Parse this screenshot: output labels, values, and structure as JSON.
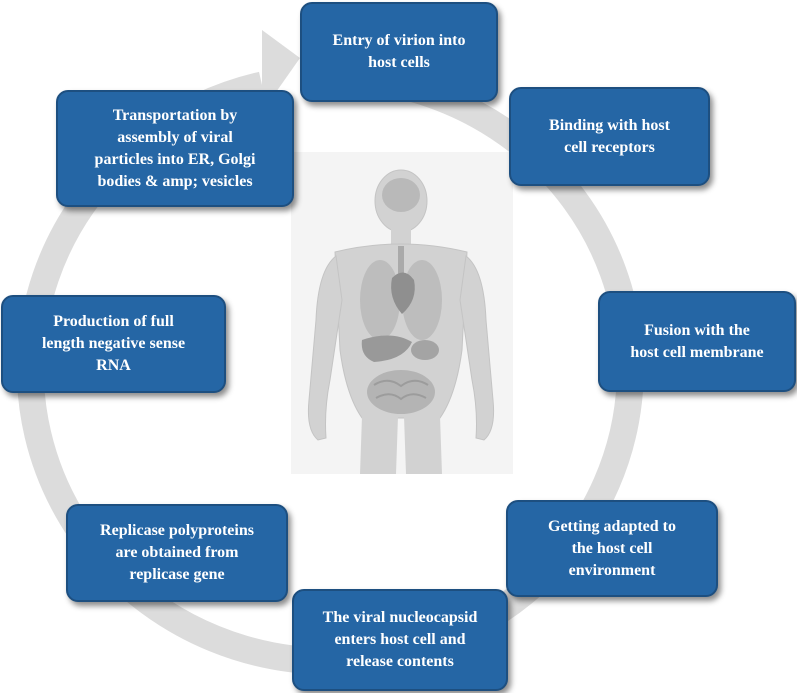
{
  "steps": {
    "entry": "Entry of virion into\nhost cells",
    "binding": "Binding with host\ncell receptors",
    "fusion": "Fusion with the\nhost cell membrane",
    "adapted": "Getting adapted to\nthe host cell\nenvironment",
    "nucleocapsid": "The viral nucleocapsid\nenters host cell and\nrelease contents",
    "replicase": "Replicase polyproteins\nare obtained from\nreplicase gene",
    "production": "Production of full\nlength negative sense\nRNA",
    "transportation": "Transportation by\nassembly of viral\nparticles into ER, Golgi\nbodies & amp; vesicles"
  },
  "colors": {
    "box_fill": "#2566a5",
    "box_border": "#1d4f80",
    "box_text": "#ffffff",
    "cycle_arrow": "#dcdcdc",
    "body_figure": "#d2d2d2",
    "organs": "#a9a9a9"
  },
  "icons": {
    "center": "human-body-anatomy-icon",
    "cycle": "circular-arrow-icon"
  }
}
